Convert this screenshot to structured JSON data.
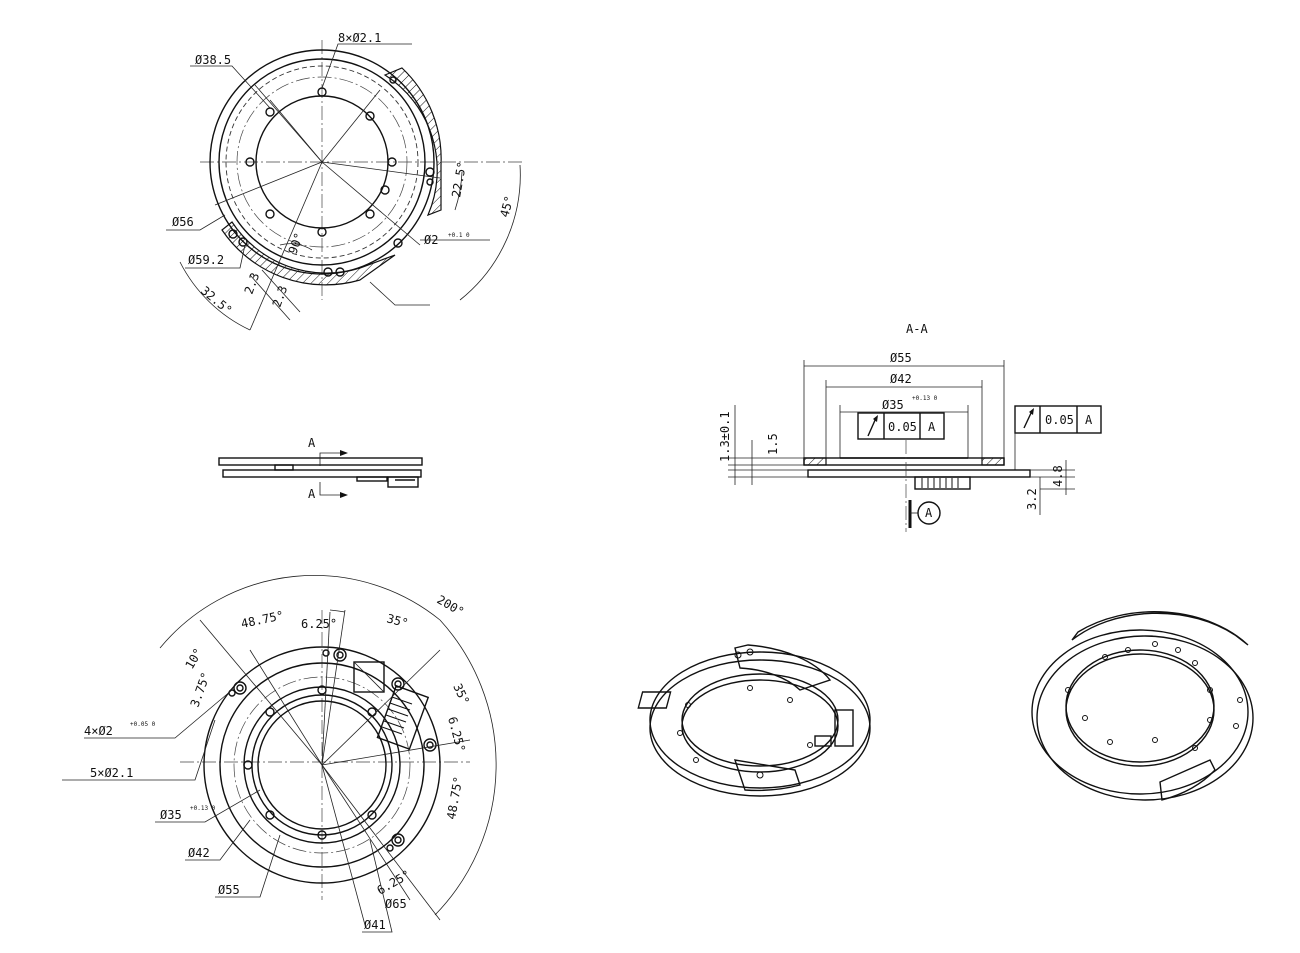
{
  "top_view": {
    "d_38_5": "Ø38.5",
    "holes_8": "8×Ø2.1",
    "d_56": "Ø56",
    "d_59_2": "Ø59.2",
    "hole_d2": "Ø2",
    "tol_hole_d2": "+0.1 0",
    "ang_22_5": "22.5°",
    "ang_45": "45°",
    "ang_90": "90°",
    "ang_32_5": "32.5°",
    "len_2_3a": "2.3",
    "len_2_3b": "2.3"
  },
  "side_view": {
    "section_mark_top": "A",
    "section_mark_bottom": "A"
  },
  "bottom_view": {
    "ang_200": "200°",
    "ang_48_75a": "48.75°",
    "ang_6_25a": "6.25°",
    "ang_35a": "35°",
    "ang_10": "10°",
    "ang_3_75": "3.75°",
    "ang_35b": "35°",
    "ang_6_25b": "6.25°",
    "ang_48_75b": "48.75°",
    "ang_6_25c": "6.25°",
    "holes_4": "4×Ø2",
    "tol_holes_4": "+0.05 0",
    "holes_5": "5×Ø2.1",
    "d_35": "Ø35",
    "tol_d_35": "+0.13 0",
    "d_42": "Ø42",
    "d_55": "Ø55",
    "d_65": "Ø65",
    "d_41": "Ø41"
  },
  "section_view": {
    "title": "A-A",
    "d_55": "Ø55",
    "d_42": "Ø42",
    "d_35": "Ø35",
    "tol_d_35": "+0.13 0",
    "runout_1_value": "0.05",
    "runout_1_datum": "A",
    "runout_2_value": "0.05",
    "runout_2_datum": "A",
    "h_1_3": "1.3±0.1",
    "h_1_5": "1.5",
    "h_4_8": "4.8",
    "h_3_2": "3.2",
    "datum_label": "A"
  }
}
